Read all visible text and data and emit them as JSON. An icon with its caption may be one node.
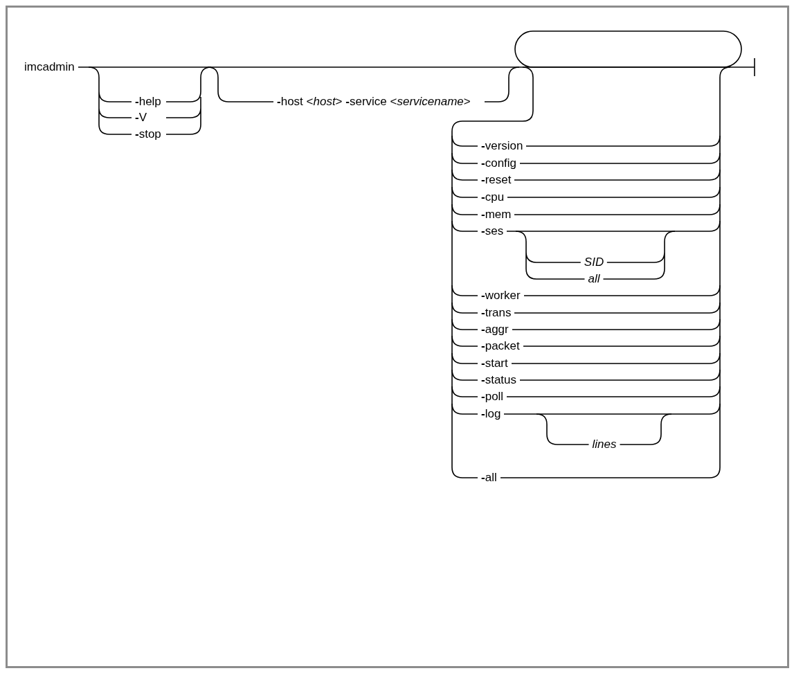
{
  "diagram": {
    "labels": [
      "imcadmin",
      "**-**help",
      "**-**host <*host*> **-**service <*servicename*>",
      "**-**V",
      "**-**stop",
      "**-**version",
      "**-**config",
      "**-**reset",
      "**-**cpu",
      "**-**mem",
      "**-**ses",
      "SID",
      "all",
      "**-**worker",
      "**-**trans",
      "**-**aggr",
      "**-**packet",
      "**-**start",
      "**-**status",
      "**-**poll",
      "**-**log",
      "lines",
      "**-**all"
    ]
  }
}
